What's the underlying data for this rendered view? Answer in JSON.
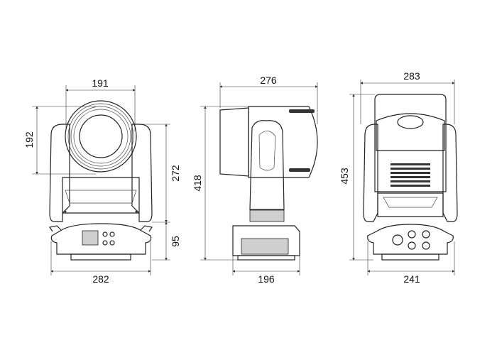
{
  "front_view": {
    "width_head": "191",
    "height_head": "192",
    "height_yoke": "272",
    "height_base": "95",
    "width_base": "282"
  },
  "side_view": {
    "depth_head": "276",
    "height_total": "418",
    "depth_base": "196"
  },
  "back_view": {
    "width_total": "283",
    "height_total": "453",
    "width_base": "241"
  }
}
